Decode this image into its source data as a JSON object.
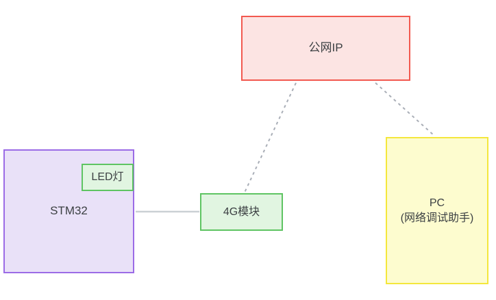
{
  "diagram": {
    "nodes": {
      "public_ip": {
        "label": "公网IP",
        "fill": "#fce4e3",
        "border": "#f2584f"
      },
      "stm32": {
        "label": "STM32",
        "fill": "#e9e1f8",
        "border": "#9b6be6"
      },
      "led": {
        "label": "LED灯",
        "fill": "#e1f5e1",
        "border": "#5ec462"
      },
      "module_4g": {
        "label": "4G模块",
        "fill": "#e1f5e1",
        "border": "#5ec462"
      },
      "pc": {
        "label_line1": "PC",
        "label_line2": "(网络调试助手)",
        "fill": "#fdfccf",
        "border": "#f4e73c"
      }
    },
    "edges": [
      {
        "from": "公网IP",
        "to": "4G模块",
        "style": "dashed",
        "color": "#a9aeb7"
      },
      {
        "from": "公网IP",
        "to": "PC (网络调试助手)",
        "style": "dashed",
        "color": "#a9aeb7"
      },
      {
        "from": "STM32",
        "to": "4G模块",
        "style": "solid",
        "color": "#cbd0d4"
      }
    ],
    "text_color": "#3c4043",
    "background": "#ffffff"
  }
}
